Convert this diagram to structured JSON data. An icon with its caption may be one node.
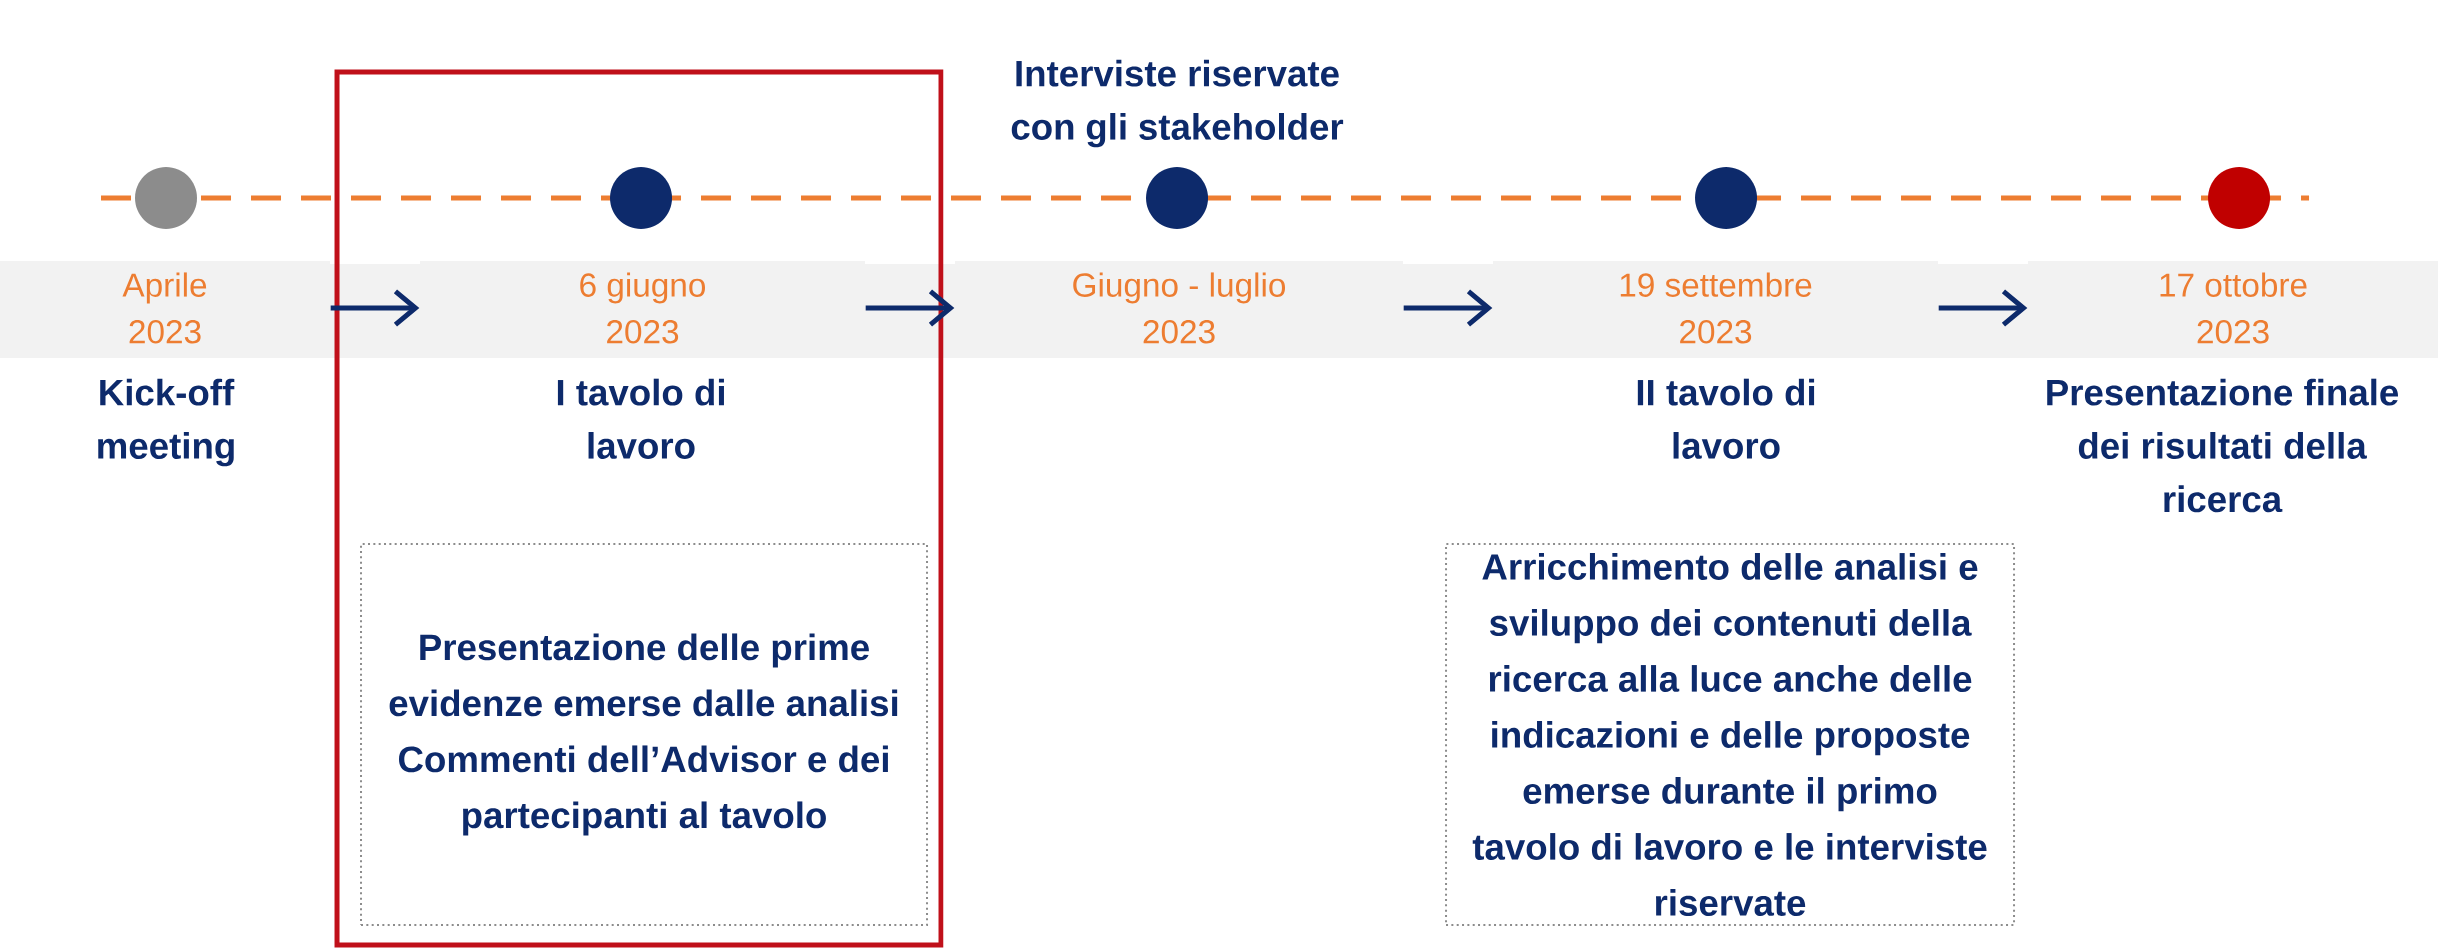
{
  "diagram": {
    "nodes": [
      {
        "text": [
          "Aprile 2023",
          "Kick-off meeting"
        ]
      },
      {
        "text": [],
        "shape": "box"
      },
      {
        "text": [
          "6 giugno 2023",
          "I tavolo di lavoro"
        ],
        "in": 1
      },
      {
        "text": [
          "Presentazione delle prime evidenze emerse dalle analisi",
          "Commenti dell’Advisor e dei partecipanti al tavolo"
        ],
        "in": 1
      },
      {
        "text": [
          "Interviste riservate con gli stakeholder",
          "Giugno - luglio 2023"
        ]
      },
      {
        "text": [
          "19 settembre 2023",
          "II tavolo di lavoro"
        ]
      },
      {
        "text": [
          "Arricchimento delle analisi e sviluppo dei contenuti della ricerca alla luce anche delle indicazioni e delle proposte emerse durante il primo tavolo di lavoro e le interviste riservate"
        ]
      },
      {
        "text": [
          "17 ottobre 2023",
          "Presentazione finale dei risultati della ricerca"
        ]
      }
    ],
    "edges": [
      {
        "from": 0,
        "to": 2,
        "arrow": "to"
      },
      {
        "from": 2,
        "to": 4,
        "arrow": "to"
      },
      {
        "from": 4,
        "to": 5,
        "arrow": "to"
      },
      {
        "from": 5,
        "to": 7,
        "arrow": "to"
      }
    ]
  }
}
